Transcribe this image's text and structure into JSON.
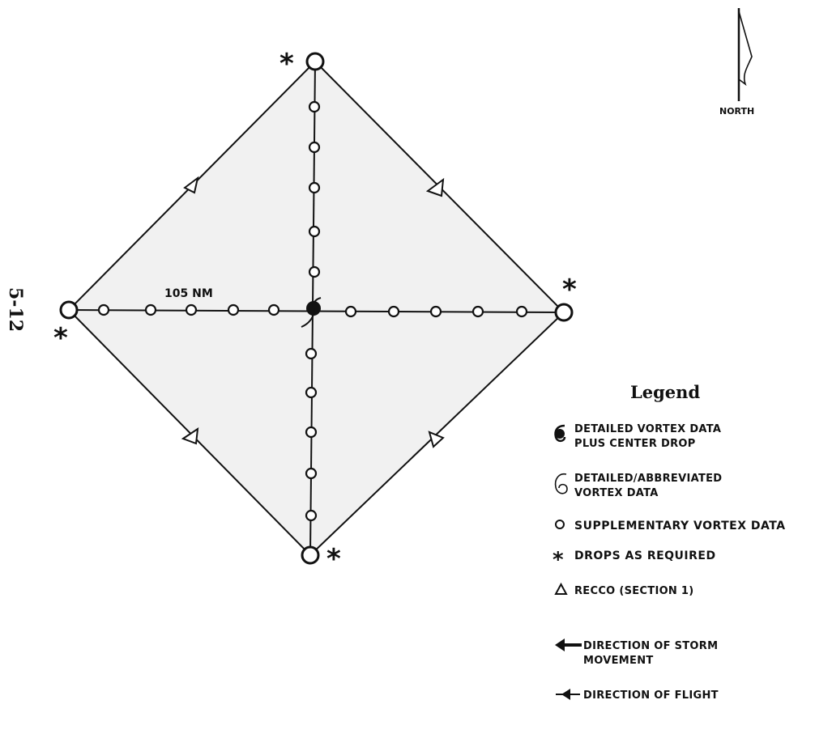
{
  "page_number": "5-12",
  "north_label": "NORTH",
  "distance_label": "105 NM",
  "asterisk_symbol": "*",
  "center_symbol_icon": "hurricane-vortex-icon",
  "legend": {
    "title": "Legend",
    "items": [
      {
        "icon": "filled-vortex-icon",
        "lines": [
          "DETAILED VORTEX DATA",
          "PLUS CENTER DROP"
        ]
      },
      {
        "icon": "open-vortex-icon",
        "lines": [
          "DETAILED/ABBREVIATED",
          "VORTEX DATA"
        ]
      },
      {
        "icon": "circle-icon",
        "lines": [
          "SUPPLEMENTARY  VORTEX DATA"
        ]
      },
      {
        "icon": "asterisk-icon",
        "lines": [
          "DROPS AS REQUIRED"
        ]
      },
      {
        "icon": "triangle-icon",
        "lines": [
          "RECCO (SECTION 1)"
        ]
      },
      {
        "icon": "storm-arrow-icon",
        "lines": [
          "DIRECTION OF STORM",
          "MOVEMENT"
        ]
      },
      {
        "icon": "flight-arrow-icon",
        "lines": [
          "DIRECTION OF FLIGHT"
        ]
      }
    ]
  },
  "colors": {
    "ink": "#111111",
    "fill": "#f2f2f2"
  }
}
